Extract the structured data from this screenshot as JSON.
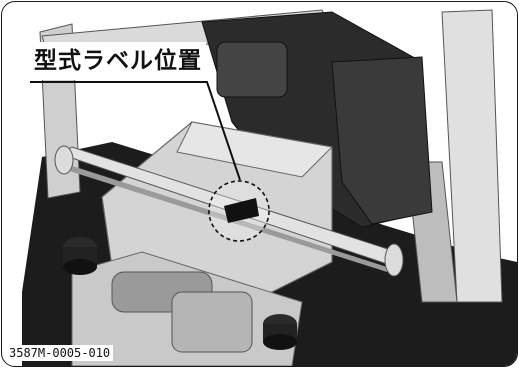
{
  "figure": {
    "callout_label": "型式ラベル位置",
    "part_code": "3587M-0005-010"
  },
  "colors": {
    "frame": "#1a1a1a",
    "background": "#ffffff",
    "machine_light": "#d6d6d6",
    "machine_shade": "#9a9a9a",
    "engine_dark": "#2b2b2b",
    "base_dark": "#1c1c1c"
  },
  "icons": [
    "callout-leader",
    "dashed-circle-marker",
    "model-label-plate"
  ]
}
